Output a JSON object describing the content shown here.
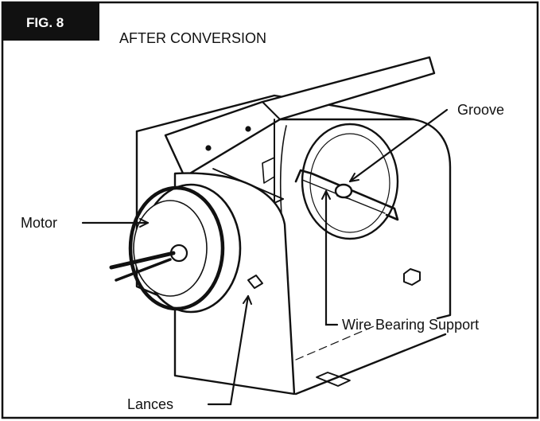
{
  "figure": {
    "tag": "FIG. 8",
    "title": "AFTER CONVERSION"
  },
  "labels": {
    "motor": "Motor",
    "groove": "Groove",
    "wire_bearing_support": "Wire Bearing Support",
    "lances": "Lances"
  },
  "colors": {
    "ink": "#111111",
    "tag_background": "#111111",
    "tag_text": "#ffffff",
    "paper": "#ffffff"
  }
}
